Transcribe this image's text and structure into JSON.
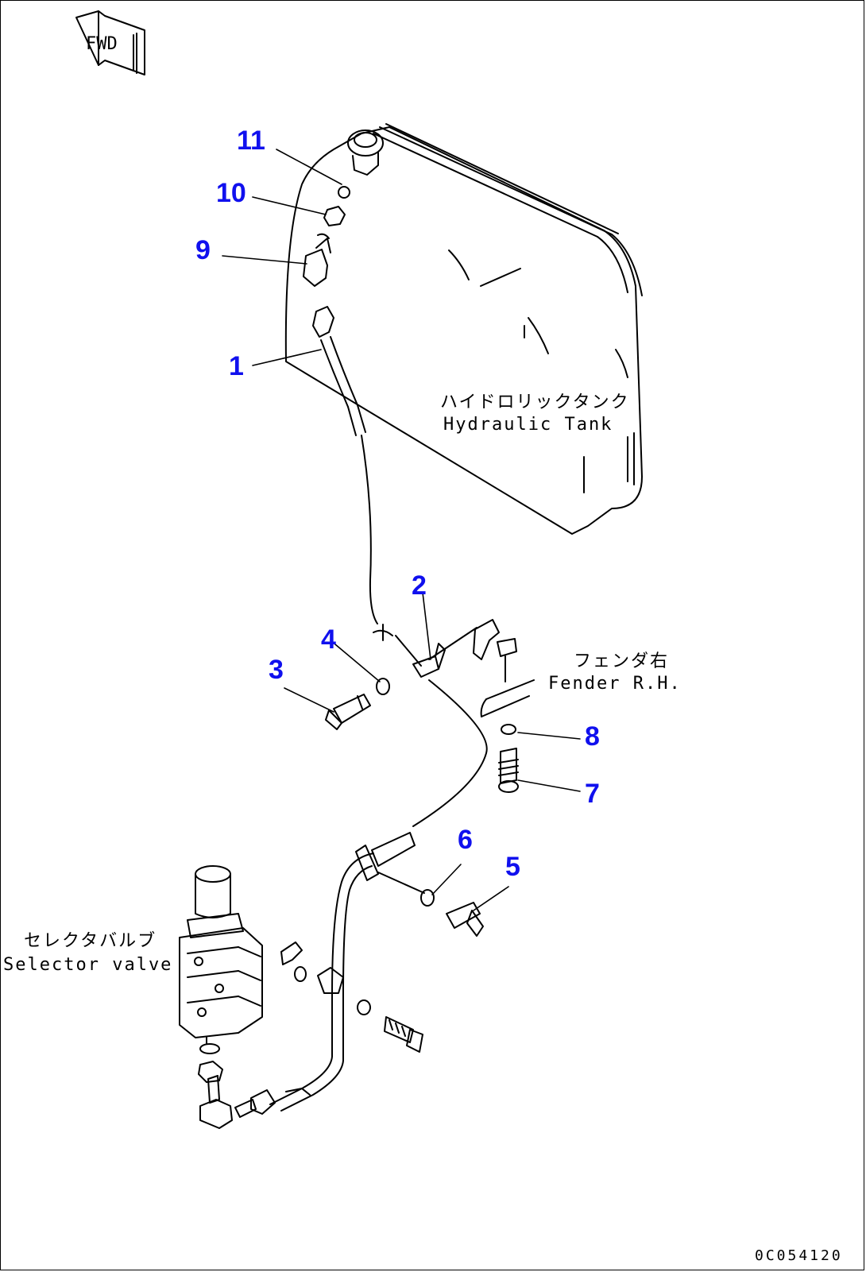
{
  "colors": {
    "callout": "#1010ee",
    "line": "#000000",
    "background": "#ffffff"
  },
  "direction_marker": {
    "text": "FWD",
    "icon": "forward-arrow-icon"
  },
  "callouts": [
    "1",
    "2",
    "3",
    "4",
    "5",
    "6",
    "7",
    "8",
    "9",
    "10",
    "11"
  ],
  "labels": {
    "tank_jp": "ハイドロリックタンク",
    "tank_en": "Hydraulic Tank",
    "fender_jp": "フェンダ右",
    "fender_en": "Fender R.H.",
    "valve_jp": "セレクタバルブ",
    "valve_en": "Selector valve"
  },
  "drawing_code": "0C054120"
}
